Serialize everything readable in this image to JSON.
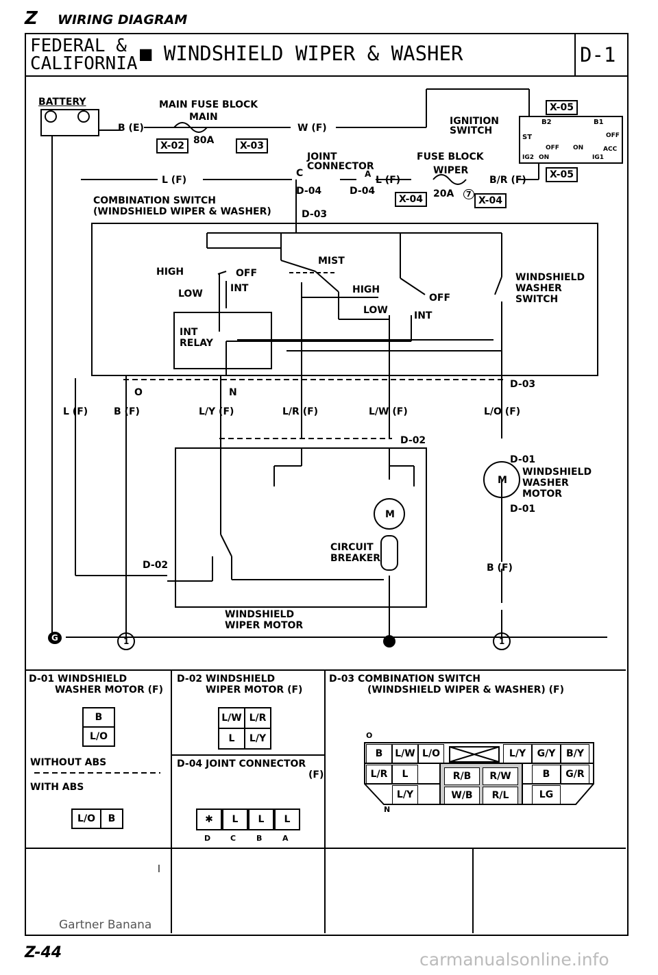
{
  "header": {
    "section_letter": "Z",
    "section_title": "WIRING DIAGRAM",
    "region_line1": "FEDERAL &",
    "region_line2": "CALIFORNIA",
    "system_title": "■ WINDSHIELD WIPER & WASHER",
    "diagram_code": "D-1"
  },
  "top": {
    "battery": "BATTERY",
    "main_fuse_block": "MAIN FUSE BLOCK",
    "main": "MAIN",
    "main_amp": "80A",
    "be": "B (E)",
    "wf": "W (F)",
    "x02": "X-02",
    "x03": "X-03",
    "x05a": "X-05",
    "x05b": "X-05",
    "ignition_switch_1": "IGNITION",
    "ignition_switch_2": "SWITCH",
    "sw_b2": "B2",
    "sw_b1": "B1",
    "sw_st": "ST",
    "sw_off": "OFF",
    "sw_on": "ON",
    "sw_acc": "ACC",
    "sw_ig2": "IG2",
    "sw_ig1": "IG1",
    "sw_off2": "OFF",
    "sw_on2": "ON",
    "joint_connector_1": "JOINT",
    "joint_connector_2": "CONNECTOR",
    "jc_c": "C",
    "jc_a": "A",
    "lf_left": "L (F)",
    "lf_mid": "L (F)",
    "d04a": "D-04",
    "d04b": "D-04",
    "fuse_block": "FUSE BLOCK",
    "wiper": "WIPER",
    "wiper_amp": "20A",
    "fuse_num": "7",
    "brf": "B/R (F)",
    "x04a": "X-04",
    "x04b": "X-04",
    "comb_sw_1": "COMBINATION SWITCH",
    "comb_sw_2": "(WINDSHIELD WIPER & WASHER)",
    "d03_top": "D-03"
  },
  "switch": {
    "mist": "MIST",
    "high_l": "HIGH",
    "off_l": "OFF",
    "low_l": "LOW",
    "int_l": "INT",
    "high_r": "HIGH",
    "off_r": "OFF",
    "low_r": "LOW",
    "int_r": "INT",
    "int_relay_1": "INT",
    "int_relay_2": "RELAY",
    "washer_sw_1": "WINDSHIELD",
    "washer_sw_2": "WASHER",
    "washer_sw_3": "SWITCH"
  },
  "mid": {
    "pin_o": "O",
    "pin_n": "N",
    "d03_mid": "D-03",
    "lf": "L (F)",
    "bf": "B (F)",
    "lyf": "L/Y (F)",
    "lrf": "L/R (F)",
    "lwf": "L/W (F)",
    "lof": "L/O (F)",
    "d02": "D-02",
    "d01a": "D-01",
    "d01b": "D-01",
    "washer_motor_1": "WINDSHIELD",
    "washer_motor_2": "WASHER",
    "washer_motor_3": "MOTOR",
    "motor_m": "M",
    "circuit_breaker_1": "CIRCUIT",
    "circuit_breaker_2": "BREAKER",
    "d02_low": "D-02",
    "bf2": "B (F)",
    "wiper_motor_1": "WINDSHIELD",
    "wiper_motor_2": "WIPER MOTOR",
    "ground_g": "G",
    "ground_1a": "1",
    "ground_1b": "1"
  },
  "connectors": {
    "d01_title_1": "D-01 WINDSHIELD",
    "d01_title_2": "WASHER MOTOR (F)",
    "d01_pins": [
      "B",
      "L/O"
    ],
    "without_abs": "WITHOUT ABS",
    "with_abs": "WITH ABS",
    "d01_abs_pins": [
      "L/O",
      "B"
    ],
    "d02_title_1": "D-02 WINDSHIELD",
    "d02_title_2": "WIPER MOTOR (F)",
    "d02_pins": [
      "L/W",
      "L/R",
      "L",
      "L/Y"
    ],
    "d04_title_1": "D-04 JOINT CONNECTOR",
    "d04_title_2": "(F)",
    "d04_pins": [
      "✱",
      "L",
      "L",
      "L"
    ],
    "d04_letters": [
      "D",
      "C",
      "B",
      "A"
    ],
    "d03_title_1": "D-03 COMBINATION SWITCH",
    "d03_title_2": "(WINDSHIELD WIPER & WASHER) (F)",
    "d03_o": "O",
    "d03_n": "N",
    "d03_row1": [
      "B",
      "L/W",
      "L/O",
      "L/Y",
      "G/Y",
      "B/Y"
    ],
    "d03_row2": [
      "L/R",
      "L",
      "R/B",
      "R/W",
      "B",
      "G/R"
    ],
    "d03_row3": [
      "L/Y",
      "W/B",
      "R/L",
      "LG"
    ]
  },
  "footer": {
    "note": "Gartner Banana",
    "page": "Z-44",
    "watermark": "carmanualsonline.info",
    "tick": "l"
  }
}
